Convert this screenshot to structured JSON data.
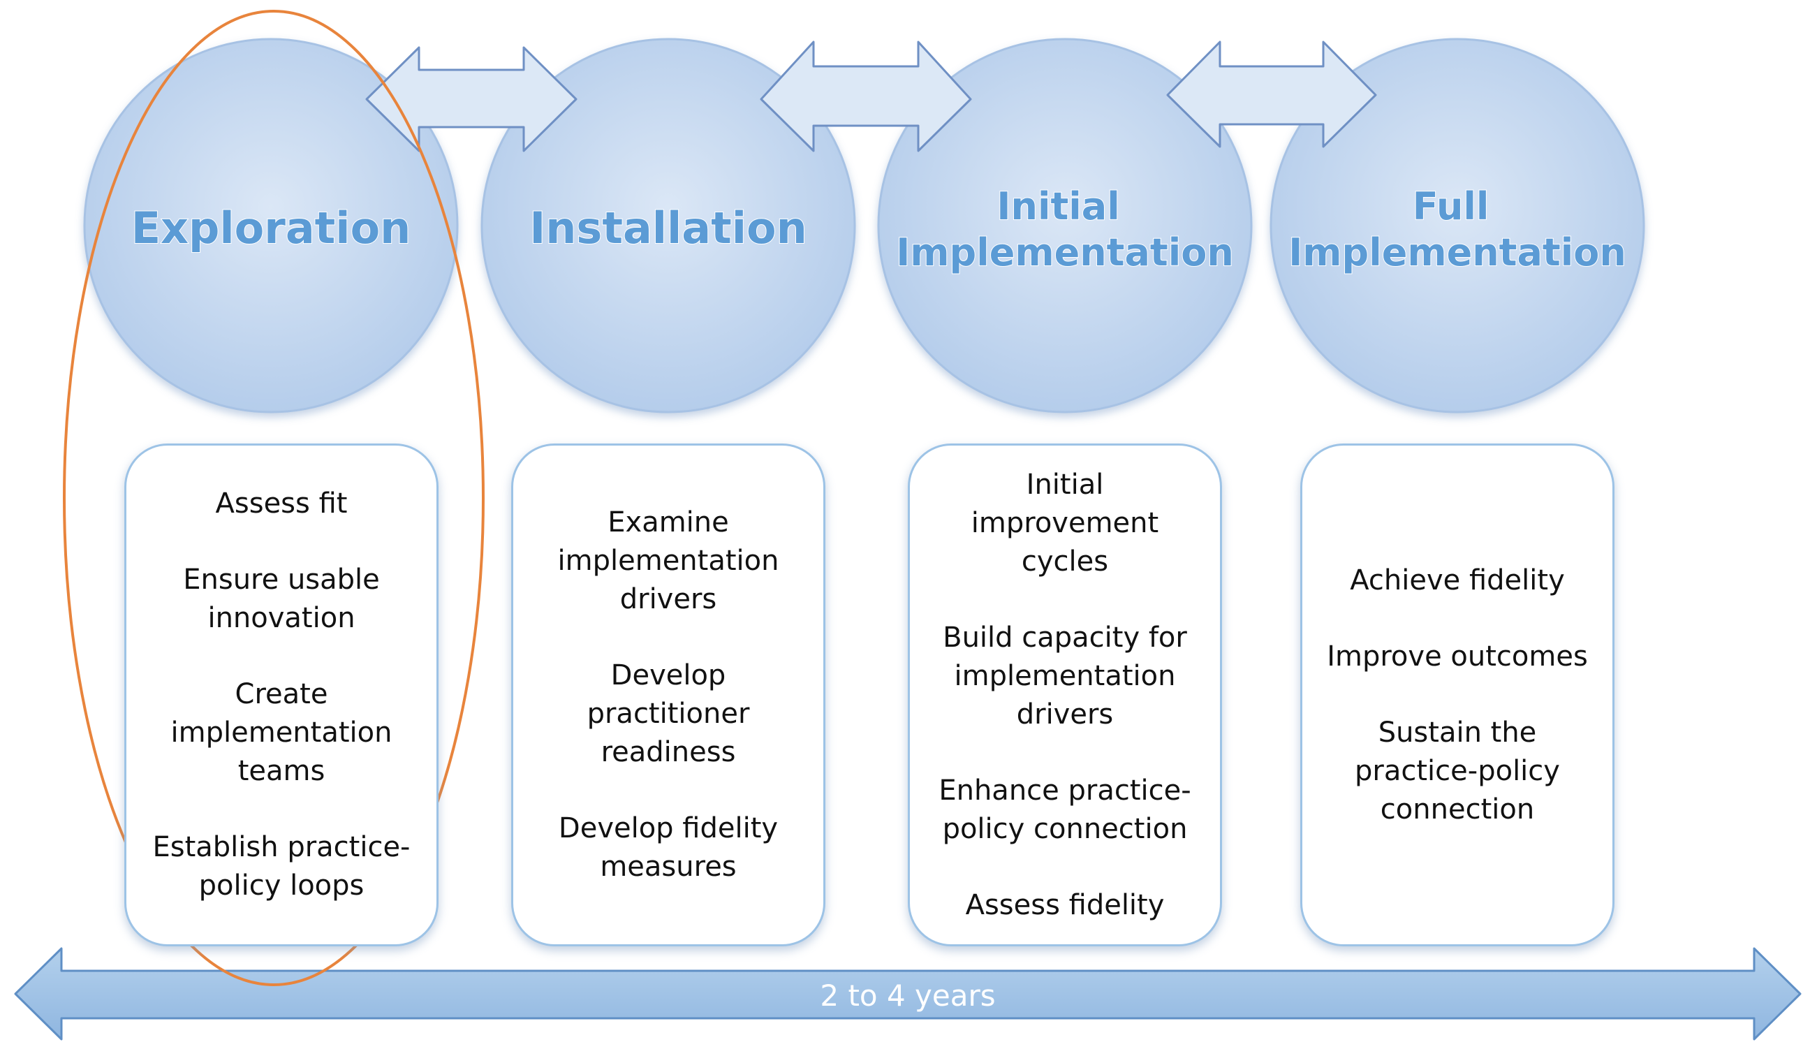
{
  "stages": [
    {
      "title_lines": [
        "Exploration"
      ],
      "activities": [
        "Assess fit",
        "Ensure usable\ninnovation",
        "Create\nimplementation\nteams",
        "Establish practice-\npolicy loops"
      ]
    },
    {
      "title_lines": [
        "Installation"
      ],
      "activities": [
        "Examine\nimplementation\ndrivers",
        "Develop\npractitioner\nreadiness",
        "Develop fidelity\nmeasures"
      ]
    },
    {
      "title_lines": [
        "Initial",
        "Implementation"
      ],
      "activities": [
        "Initial\nimprovement\ncycles",
        "Build capacity for\nimplementation\ndrivers",
        "Enhance practice-\npolicy connection",
        "Assess fidelity"
      ]
    },
    {
      "title_lines": [
        "Full",
        "Implementation"
      ],
      "activities": [
        "Achieve fidelity",
        "Improve outcomes",
        "Sustain the\npractice-policy\nconnection"
      ]
    }
  ],
  "timeline": {
    "label": "2 to 4 years"
  },
  "colors": {
    "circle_fill": "#c5d9f1",
    "circle_stroke": "#a7c2e4",
    "arrow_fill": "#dce8f6",
    "arrow_stroke": "#6f90c4",
    "title": "#5b9bd5",
    "box_border": "#9dc3e6",
    "timeline_fill": "#9dc3e6",
    "timeline_stroke": "#5f8fc5",
    "highlight_ellipse": "#e8843c"
  }
}
